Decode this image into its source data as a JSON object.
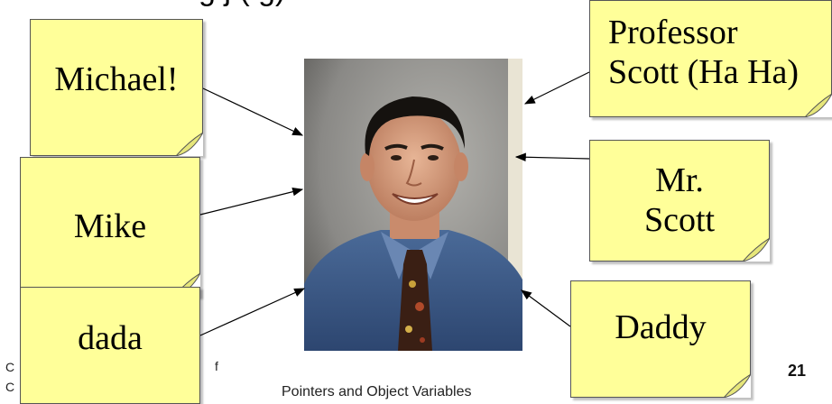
{
  "slide": {
    "title_fragment": "g                    j     (     g)",
    "footer_left_line1": "C",
    "footer_left_line2": "C",
    "footer_fragment": "f",
    "footer_center": "Pointers and Object Variables",
    "page_number": "21"
  },
  "notes": {
    "michael": "Michael!",
    "mike": "Mike",
    "dada": "dada",
    "professor_line1": "Professor",
    "professor_line2": "Scott (Ha Ha)",
    "mr_line1": "Mr.",
    "mr_line2": "Scott",
    "daddy": "Daddy"
  },
  "colors": {
    "note_fill": "#ffff99",
    "note_border": "#555555",
    "shirt": "#3c5a86",
    "background_photo": "#8d8d8b"
  },
  "photo": {
    "subject": "portrait-photo"
  }
}
